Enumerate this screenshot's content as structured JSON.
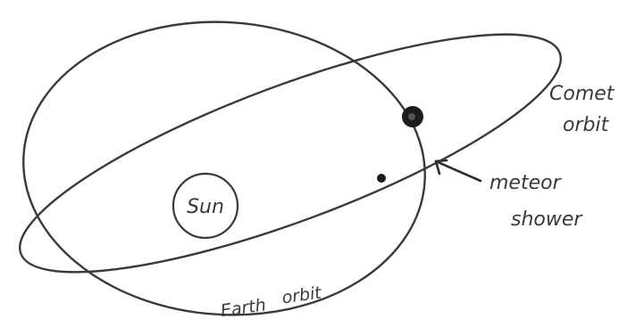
{
  "labels": {
    "sun": "Sun",
    "comet_orbit_line1": "Comet",
    "comet_orbit_line2": "orbit",
    "meteor_shower_line1": "meteor",
    "meteor_shower_line2": "shower",
    "earth_orbit_word1": "Earth",
    "earth_orbit_word2": "orbit"
  },
  "colors": {
    "ink": "#3a3a3a",
    "earth_fill": "#1c1c1c",
    "background": "#ffffff"
  }
}
